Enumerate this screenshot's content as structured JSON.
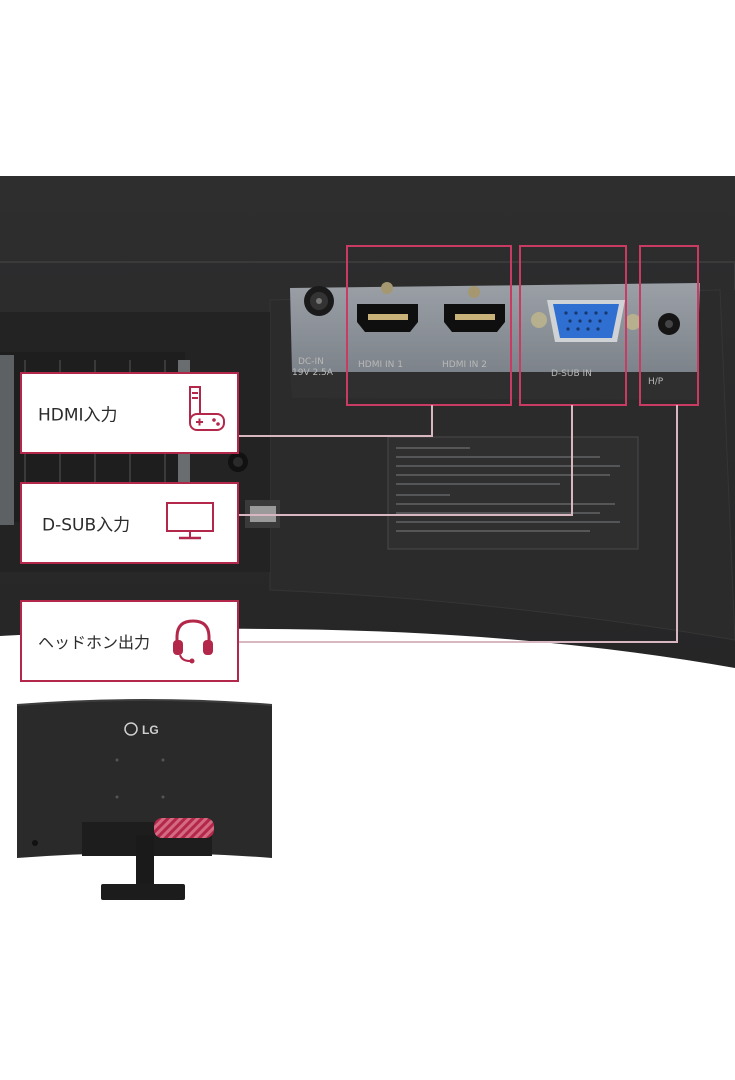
{
  "labels": {
    "hdmi": "HDMI入力",
    "dsub": "D-SUB入力",
    "headphone": "ヘッドホン出力"
  },
  "ports": {
    "dc_in": "DC-IN",
    "dc_in_rating": "19V 2.5A",
    "hdmi1": "HDMI IN 1",
    "hdmi2": "HDMI IN 2",
    "dsub_in": "D-SUB IN",
    "headphone": "H/P"
  },
  "brand": "LG",
  "colors": {
    "accent": "#b3284a",
    "panel": "#2a2a2b",
    "port_plate": "#8d939a",
    "vga_blue": "#2f6fd1"
  },
  "icons": {
    "hdmi": "console-controller-icon",
    "dsub": "monitor-icon",
    "headphone": "headset-icon"
  }
}
